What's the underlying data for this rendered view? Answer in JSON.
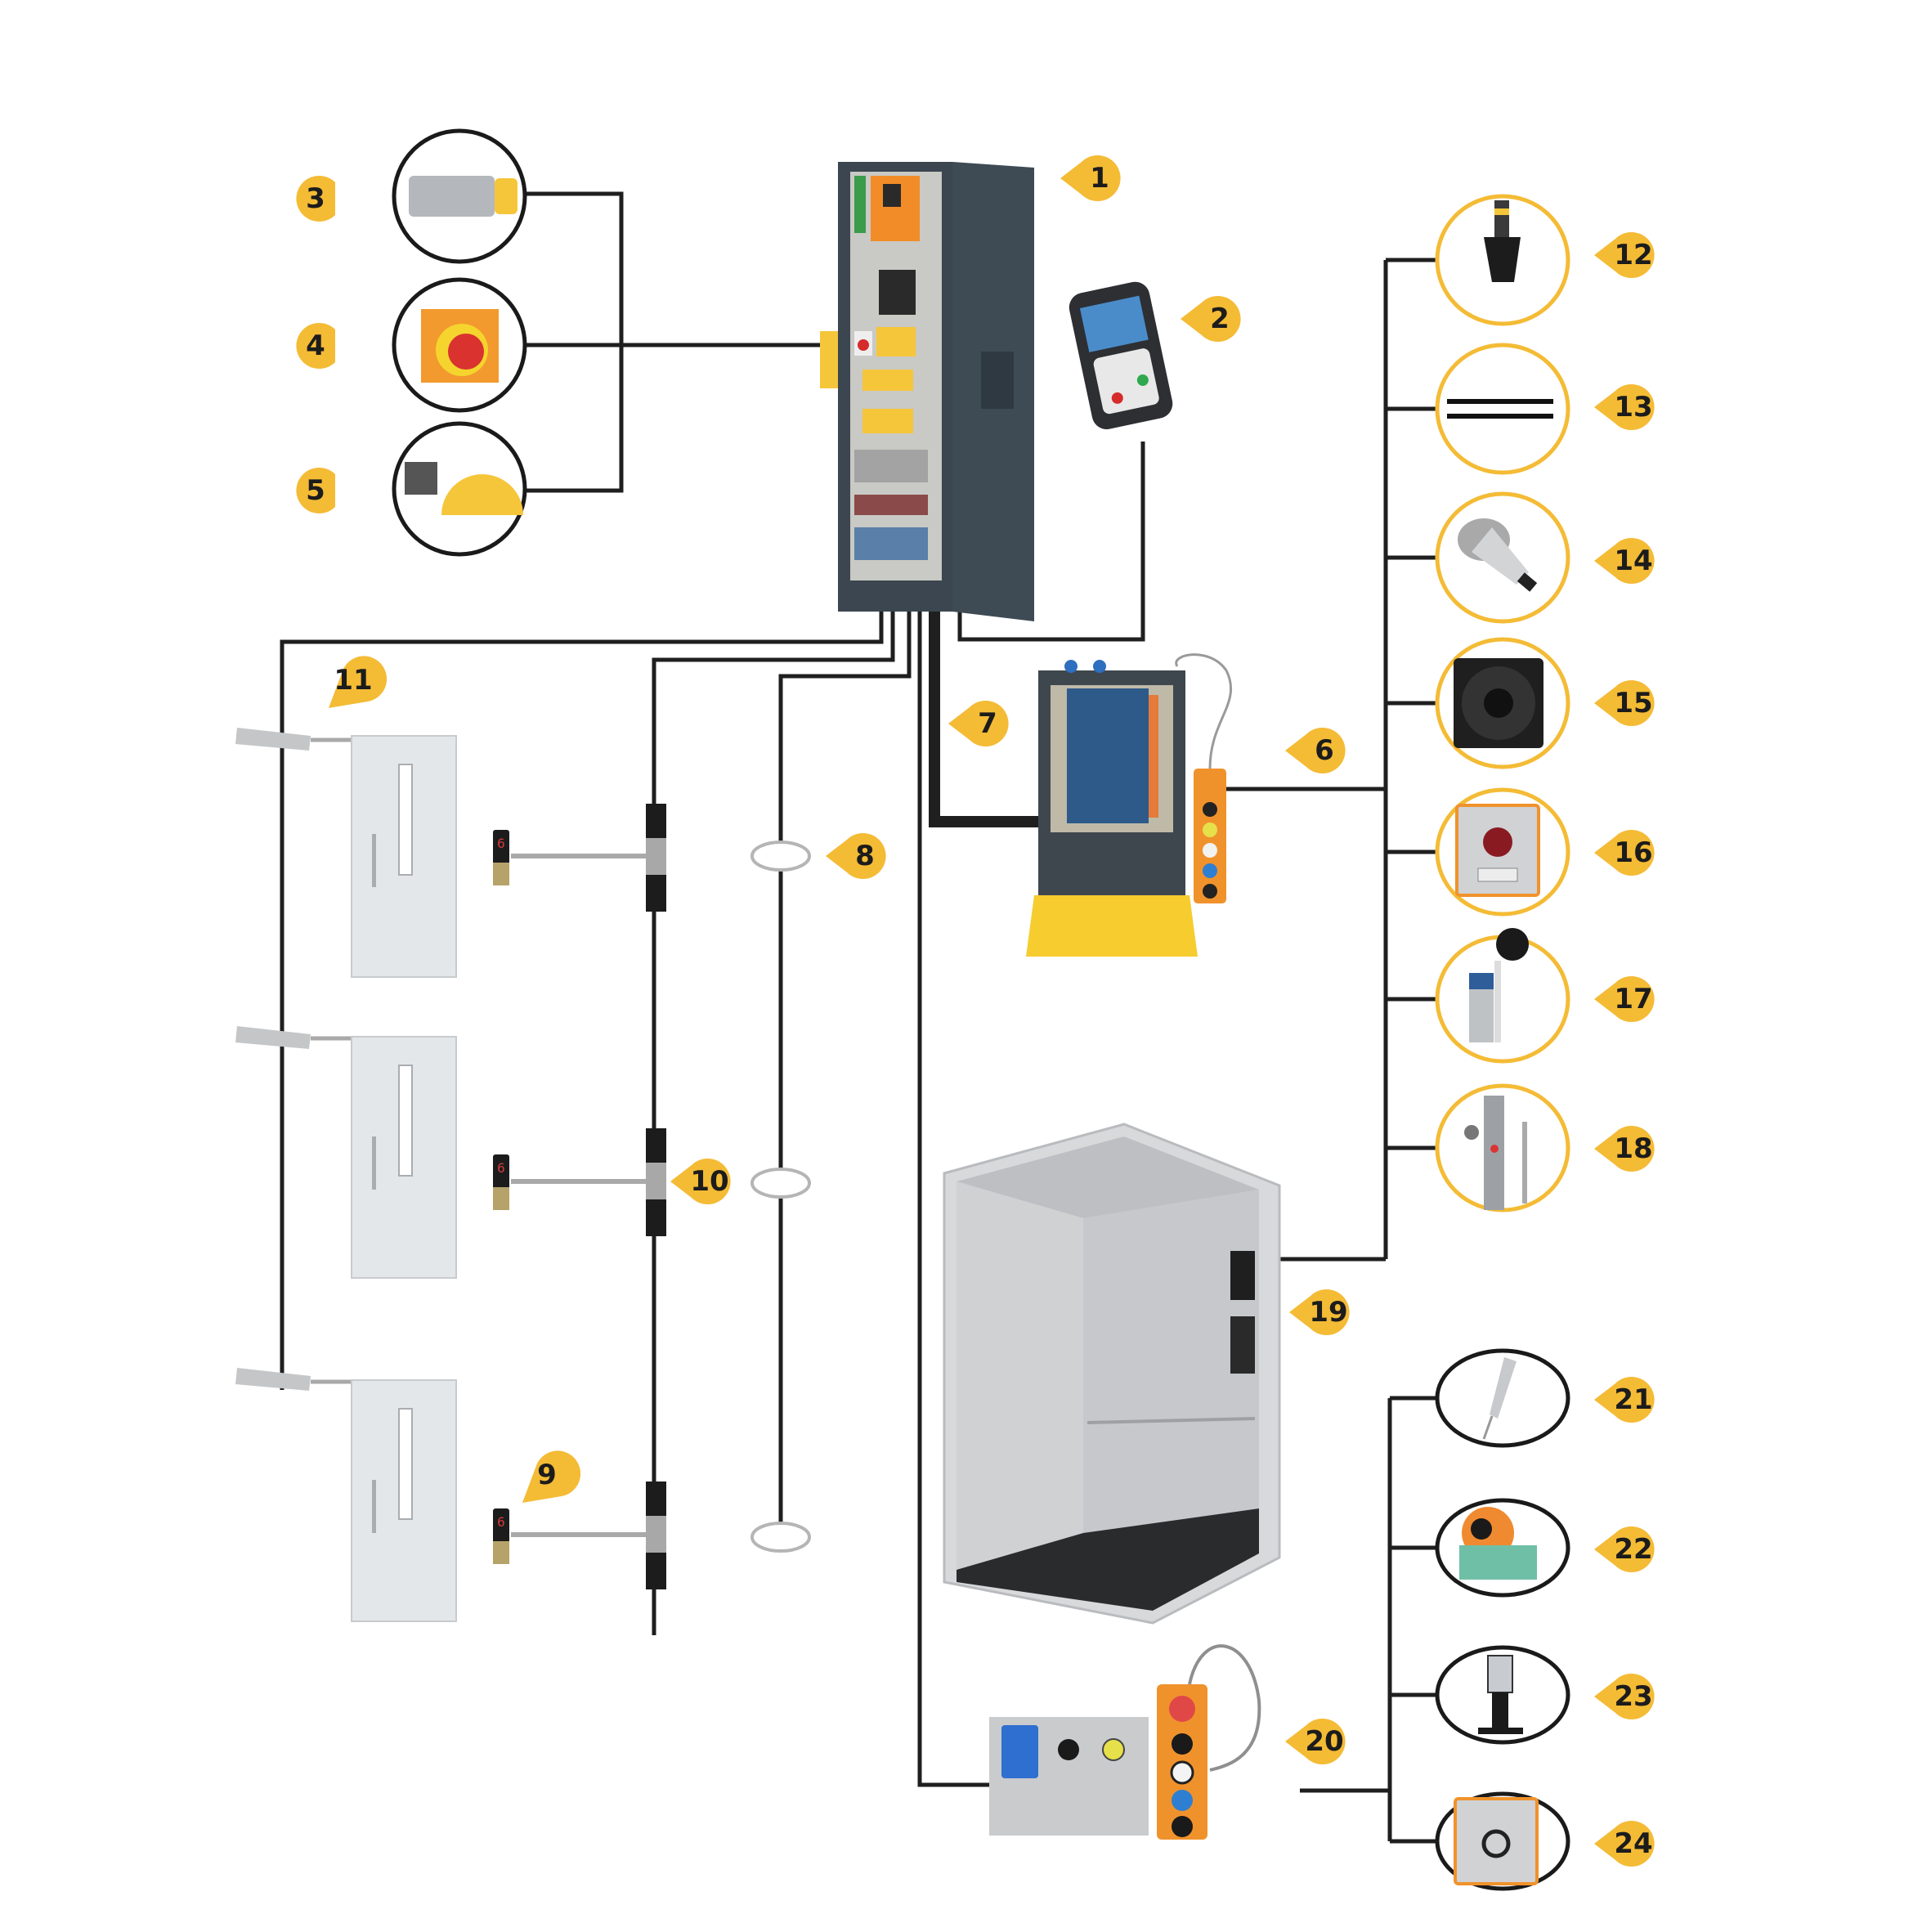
{
  "diagram": {
    "title": "Elevator control system component layout",
    "accent_color": "#f4bb35",
    "wire_color": "#1f1f1f",
    "callouts": [
      {
        "id": "1",
        "label": "1",
        "component": "controller-cabinet"
      },
      {
        "id": "2",
        "label": "2",
        "component": "handheld-programming-terminal"
      },
      {
        "id": "3",
        "label": "3",
        "component": "gearless-machine"
      },
      {
        "id": "4",
        "label": "4",
        "component": "emergency-stop-button"
      },
      {
        "id": "5",
        "label": "5",
        "component": "geared-machine"
      },
      {
        "id": "6",
        "label": "6",
        "component": "car-top-control-box"
      },
      {
        "id": "7",
        "label": "7",
        "component": "travelling-cable"
      },
      {
        "id": "8",
        "label": "8",
        "component": "shaft-cable-ring"
      },
      {
        "id": "9",
        "label": "9",
        "component": "floor-position-indicator"
      },
      {
        "id": "10",
        "label": "10",
        "component": "landing-call-panel"
      },
      {
        "id": "11",
        "label": "11",
        "component": "door-lock"
      },
      {
        "id": "12",
        "label": "12",
        "component": "photocell-sensor"
      },
      {
        "id": "13",
        "label": "13",
        "component": "light-curtain"
      },
      {
        "id": "14",
        "label": "14",
        "component": "car-light-bulb"
      },
      {
        "id": "15",
        "label": "15",
        "component": "car-fan"
      },
      {
        "id": "16",
        "label": "16",
        "component": "alarm-button-box"
      },
      {
        "id": "17",
        "label": "17",
        "component": "limit-switch"
      },
      {
        "id": "18",
        "label": "18",
        "component": "safety-gear-switch"
      },
      {
        "id": "19",
        "label": "19",
        "component": "elevator-car"
      },
      {
        "id": "20",
        "label": "20",
        "component": "pit-inspection-box"
      },
      {
        "id": "21",
        "label": "21",
        "component": "intercom-handset"
      },
      {
        "id": "22",
        "label": "22",
        "component": "overspeed-governor-tension-pulley"
      },
      {
        "id": "23",
        "label": "23",
        "component": "pit-buffer"
      },
      {
        "id": "24",
        "label": "24",
        "component": "pit-stop-switch"
      }
    ],
    "floor_indicator_digit": "6"
  }
}
